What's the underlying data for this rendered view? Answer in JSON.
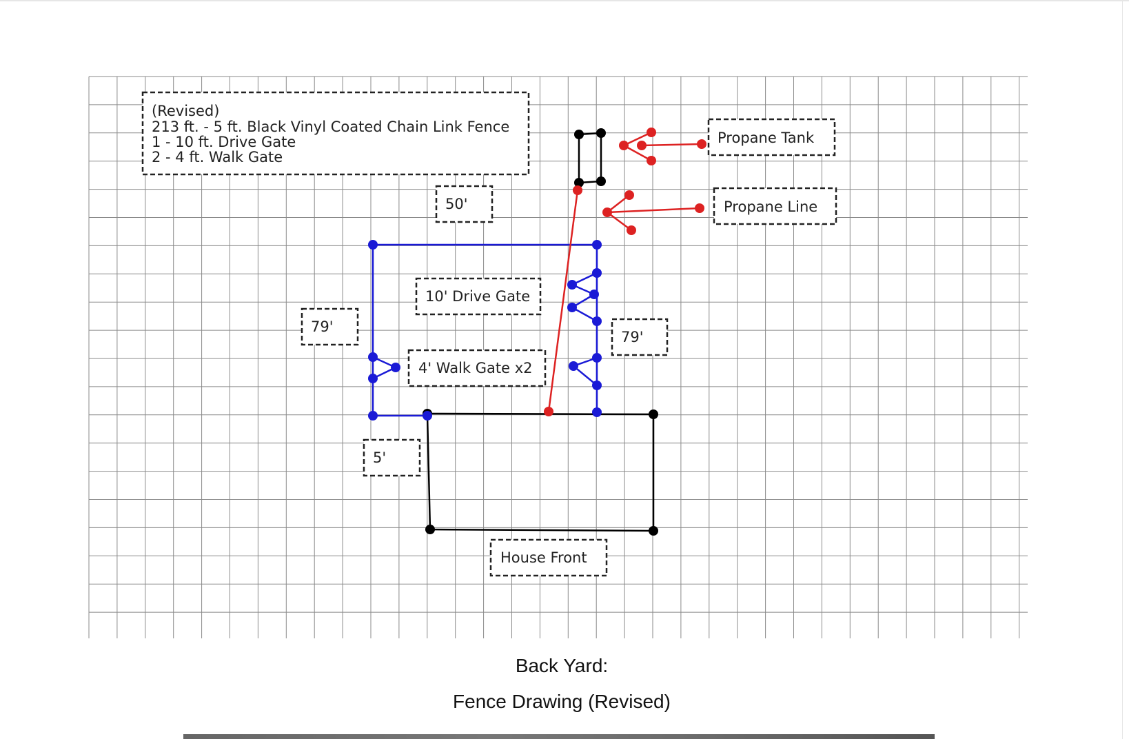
{
  "summary": {
    "lines": [
      "(Revised)",
      "213 ft. - 5 ft. Black Vinyl Coated Chain Link Fence",
      "1 - 10 ft. Drive Gate",
      "2 - 4 ft. Walk Gate"
    ]
  },
  "labels": {
    "dim_top": "50'",
    "dim_left": "79'",
    "dim_right": "79'",
    "dim_bottom": "5'",
    "drive_gate": "10' Drive Gate",
    "walk_gate": "4' Walk Gate x2",
    "house_front": "House Front",
    "propane_tank": "Propane Tank",
    "propane_line": "Propane Line"
  },
  "caption": {
    "line1": "Back Yard:",
    "line2": "Fence Drawing (Revised)"
  },
  "colors": {
    "fence": "#1a1ad6",
    "house": "#000000",
    "propane": "#dd2222",
    "grid": "#8a8a8a"
  }
}
